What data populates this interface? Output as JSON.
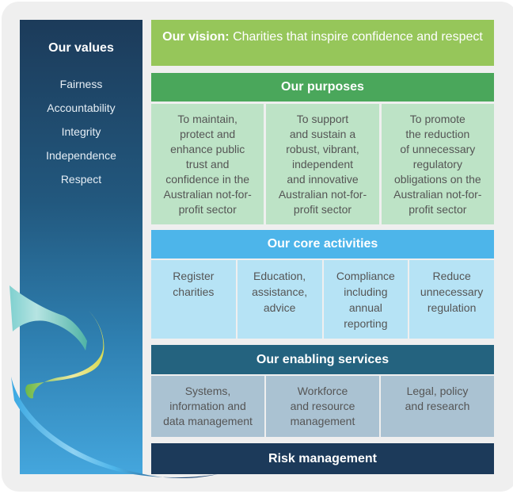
{
  "values": {
    "title": "Our values",
    "items": [
      "Fairness",
      "Accountability",
      "Integrity",
      "Independence",
      "Respect"
    ]
  },
  "vision": {
    "label": "Our vision:",
    "text": " Charities that inspire confidence and respect"
  },
  "purposes": {
    "title": "Our purposes",
    "items": [
      "To maintain,\nprotect and\nenhance public\ntrust and\nconfidence in the\nAustralian not-for-\nprofit sector",
      "To support\nand sustain a\nrobust, vibrant,\nindependent\nand innovative\nAustralian not-for-\nprofit sector",
      "To promote\nthe reduction\nof unnecessary\nregulatory\nobligations on the\nAustralian not-for-\nprofit sector"
    ]
  },
  "activities": {
    "title": "Our core activities",
    "items": [
      "Register\ncharities",
      "Education,\nassistance,\nadvice",
      "Compliance\nincluding\nannual\nreporting",
      "Reduce\nunnecessary\nregulation"
    ]
  },
  "enabling": {
    "title": "Our enabling services",
    "items": [
      "Systems,\ninformation and\ndata management",
      "Workforce\nand resource\nmanagement",
      "Legal, policy\nand research"
    ]
  },
  "risk": {
    "title": "Risk management"
  },
  "colors": {
    "vision": "#96c65a",
    "purposes_header": "#4aa75b",
    "purposes_body": "#bde3c6",
    "activities_header": "#4db5ea",
    "activities_body": "#b6e3f5",
    "enabling_header": "#24637f",
    "enabling_body": "#aac2d2",
    "risk": "#1c3a5a"
  }
}
